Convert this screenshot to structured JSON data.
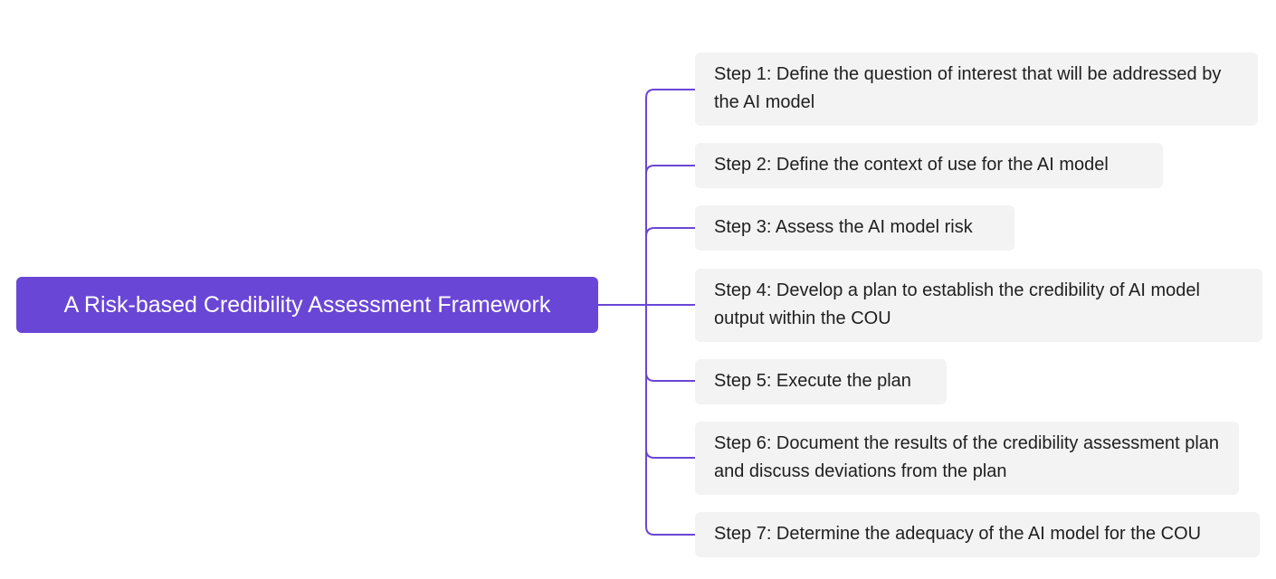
{
  "colors": {
    "root_fill": "#6a46d6",
    "root_text": "#ffffff",
    "connector": "#6a46d6",
    "step_fill": "#f3f3f3",
    "step_text": "#1f1f1f"
  },
  "root": {
    "label": "A Risk-based Credibility Assessment Framework"
  },
  "steps": [
    {
      "label": "Step 1: Define the question of interest that will be addressed by the AI model"
    },
    {
      "label": "Step 2: Define the context of use for the AI model"
    },
    {
      "label": "Step 3: Assess the AI model risk"
    },
    {
      "label": "Step 4: Develop a plan to establish the credibility of AI model output within the COU"
    },
    {
      "label": "Step 5: Execute the plan"
    },
    {
      "label": "Step 6: Document the results of the credibility assessment plan and discuss deviations from the plan"
    },
    {
      "label": "Step 7: Determine the adequacy of the AI model for the COU"
    }
  ]
}
